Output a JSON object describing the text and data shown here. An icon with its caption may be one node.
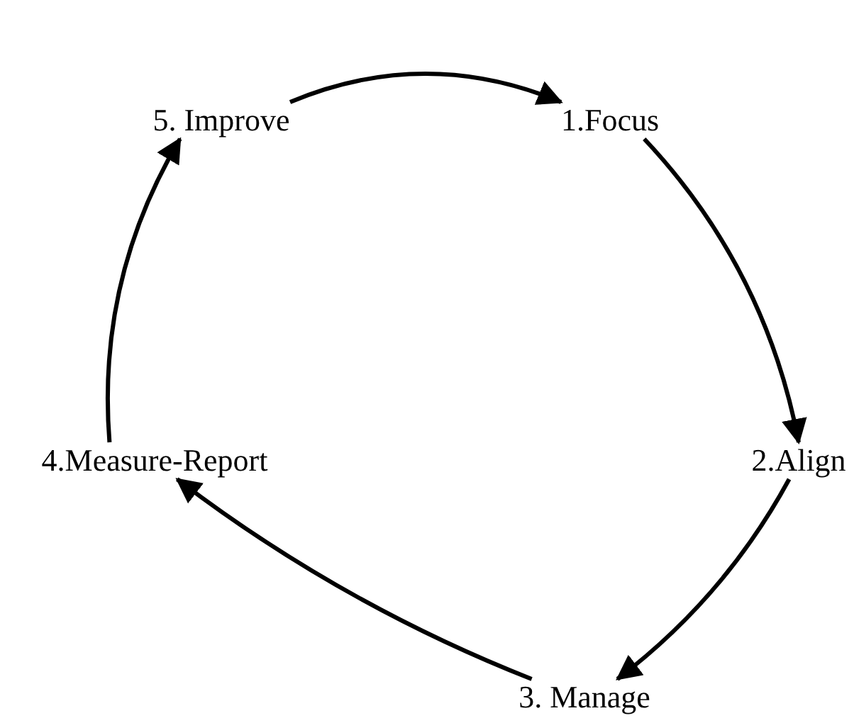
{
  "diagram": {
    "nodes": [
      {
        "text": [
          "1.Focus"
        ]
      },
      {
        "text": [
          "2.Align"
        ]
      },
      {
        "text": [
          "3. Manage"
        ]
      },
      {
        "text": [
          "4.Measure-Report"
        ]
      },
      {
        "text": [
          "5. Improve"
        ]
      }
    ],
    "edges": [
      {
        "from": 4,
        "to": 0,
        "arrow": "to"
      },
      {
        "from": 0,
        "to": 1,
        "arrow": "to"
      },
      {
        "from": 1,
        "to": 2,
        "arrow": "to"
      },
      {
        "from": 2,
        "to": 3,
        "arrow": "to"
      },
      {
        "from": 3,
        "to": 4,
        "arrow": "to"
      }
    ]
  }
}
